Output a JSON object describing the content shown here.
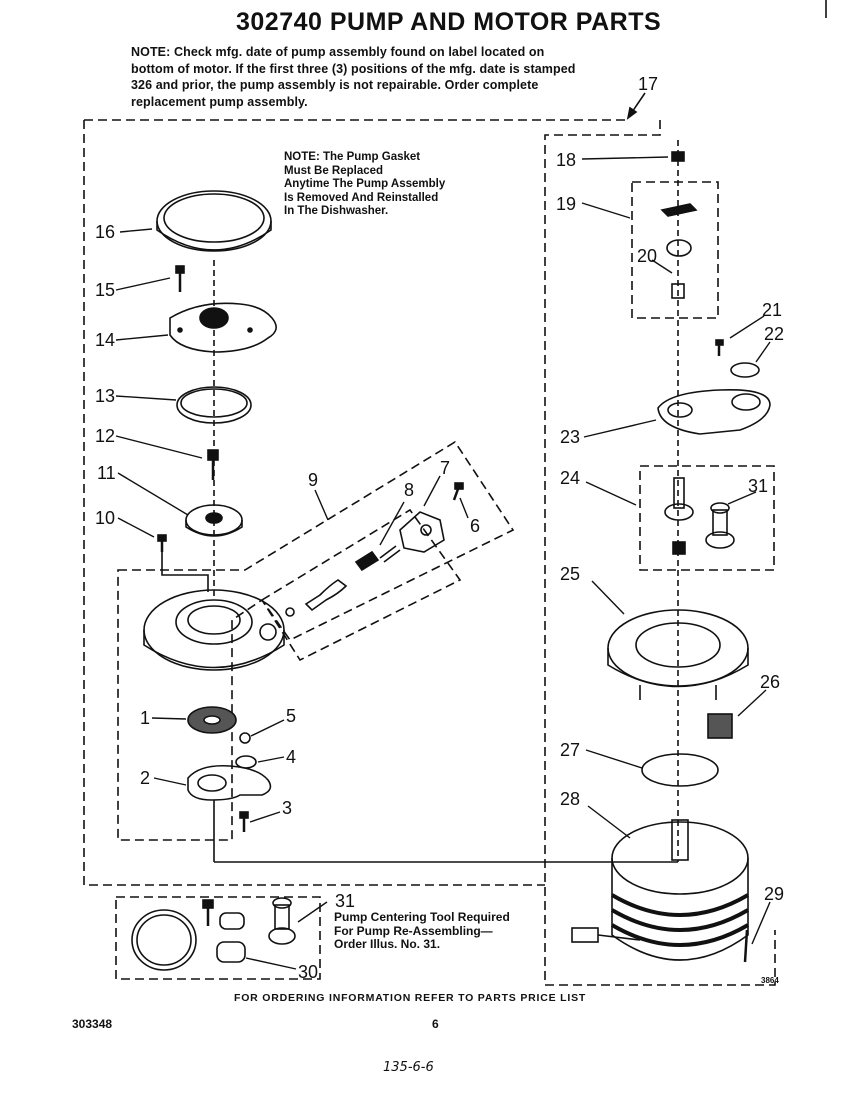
{
  "title": "302740 PUMP AND MOTOR PARTS",
  "note_top": "NOTE:   Check mfg. date of pump assembly found on label located on bottom of motor. If the first three (3) positions of the mfg. date is stamped 326 and prior, the pump assembly is not repairable. Order complete replacement pump assembly.",
  "note_gasket": [
    "NOTE: The Pump Gasket",
    "Must Be Replaced",
    "Anytime The Pump Assembly",
    "Is Removed And Reinstalled",
    "In The Dishwasher."
  ],
  "tool_note": [
    "Pump Centering Tool Required",
    "For Pump Re-Assembling—",
    "Order Illus. No. 31."
  ],
  "footer": "FOR ORDERING INFORMATION REFER TO PARTS PRICE LIST",
  "doc_number": "303348",
  "page_number": "6",
  "handwritten": "135-6-6",
  "illustration_number": "3864",
  "callouts": [
    "1",
    "2",
    "3",
    "4",
    "5",
    "6",
    "7",
    "8",
    "9",
    "10",
    "11",
    "12",
    "13",
    "14",
    "15",
    "16",
    "17",
    "18",
    "19",
    "20",
    "21",
    "22",
    "23",
    "24",
    "25",
    "26",
    "27",
    "28",
    "29",
    "30",
    "31",
    "31"
  ]
}
